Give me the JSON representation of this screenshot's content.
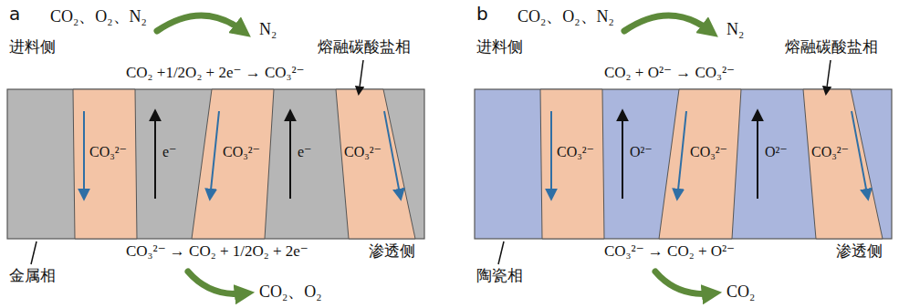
{
  "diagram": {
    "labels": [
      "a",
      "CO₂、O₂、N₂",
      "N₂",
      "进料侧",
      "CO₂ +1/2O₂ + 2e⁻ → CO₃²⁻",
      "熔融碳酸盐相",
      "CO₃²⁻",
      "e⁻",
      "CO₃²⁻",
      "e⁻",
      "CO₃²⁻",
      "CO₃²⁻ → CO₂ + 1/2O₂ + 2e⁻",
      "渗透侧",
      "金属相",
      "CO₂、O₂",
      "b",
      "CO₂、O₂、N₂",
      "N₂",
      "进料侧",
      "CO₂ + O²⁻ → CO₃²⁻",
      "熔融碳酸盐相",
      "CO₃²⁻",
      "O²⁻",
      "CO₃²⁻",
      "O²⁻",
      "CO₃²⁻",
      "CO₃²⁻ → CO₂ + O²⁻",
      "渗透侧",
      "陶瓷相",
      "CO₂"
    ]
  }
}
